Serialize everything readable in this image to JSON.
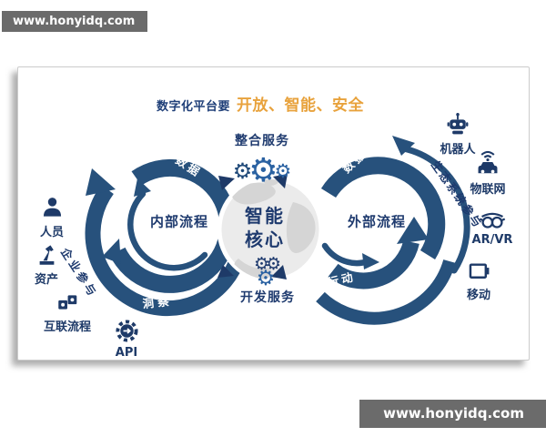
{
  "watermark": {
    "url": "www.honyidq.com"
  },
  "title": {
    "prefix": "数字化平台要",
    "highlight": "开放、智能、安全"
  },
  "core": {
    "line1": "智能",
    "line2": "核心"
  },
  "services": {
    "top": "整合服务",
    "bottom": "开发服务"
  },
  "loops": {
    "left": {
      "name": "内部流程",
      "flow_top": "数据",
      "flow_bottom": "洞察",
      "flow_side": "企业参与"
    },
    "right": {
      "name": "外部流程",
      "flow_top": "数据",
      "flow_bottom": "行动",
      "flow_side": "生态系统参与"
    }
  },
  "left_items": [
    {
      "label": "人员",
      "icon": "person-icon"
    },
    {
      "label": "资产",
      "icon": "robot-arm-icon"
    },
    {
      "label": "互联流程",
      "icon": "puzzle-icon"
    },
    {
      "label": "API",
      "icon": "api-gear-icon"
    }
  ],
  "right_items": [
    {
      "label": "机器人",
      "icon": "robot-icon"
    },
    {
      "label": "物联网",
      "icon": "connected-car-icon"
    },
    {
      "label": "AR/VR",
      "icon": "vr-goggles-icon"
    },
    {
      "label": "移动",
      "icon": "mobile-device-icon"
    }
  ],
  "colors": {
    "loop_blue": "#27517C",
    "navy_text": "#1E3A68",
    "accent_orange": "#E8A23C",
    "watermark_bg": "#6B6B6B"
  }
}
